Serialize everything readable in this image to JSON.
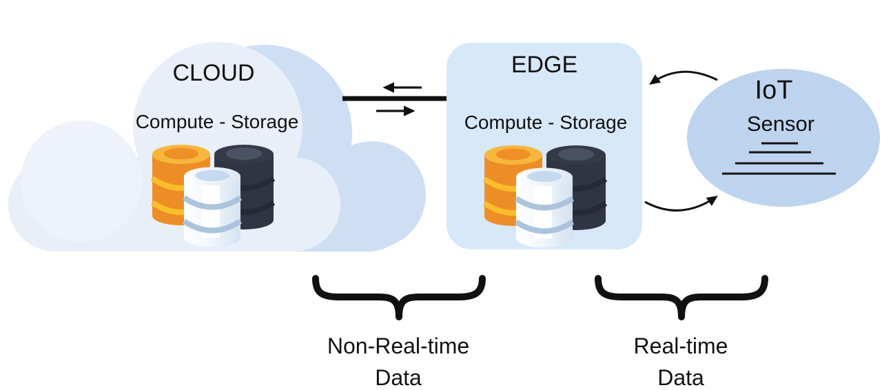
{
  "page": {
    "background": "#FFFFFF"
  },
  "diagram": {
    "cloud": {
      "title": "CLOUD",
      "subtitle": "Compute - Storage",
      "icon": "database-stack-icon"
    },
    "edge": {
      "title": "EDGE",
      "subtitle": "Compute - Storage",
      "icon": "database-stack-icon"
    },
    "iot": {
      "title": "IoT",
      "subtitle": "Sensor",
      "icon": "sensor-signal-lines-icon",
      "signal_line_count": 4
    },
    "connections": {
      "cloud_edge": {
        "type": "solid-line-with-two-arrows",
        "direction": "bidirectional"
      },
      "edge_iot": {
        "type": "curved-arrows",
        "direction": "bidirectional"
      }
    },
    "annotations": {
      "non_realtime": {
        "line1": "Non-Real-time",
        "line2": "Data"
      },
      "realtime": {
        "line1": "Real-time",
        "line2": "Data"
      }
    }
  },
  "colors": {
    "page_background": "#FFFFFF",
    "ink": "#111111",
    "cloud_front": "#E9EFF9",
    "cloud_bump": "#EEF3FB",
    "cloud_back": "#CEDFF3",
    "edge_box": "#D7E8F9",
    "iot_ellipse": "#BED3EE",
    "db_orange_body": "#ED8D26",
    "db_orange_band": "#F9BE2B",
    "db_orange_rim": "#F6B73C",
    "db_orange_inner": "#EF9027",
    "db_dark_body": "#2F3542",
    "db_dark_band": "#252A36",
    "db_dark_rim": "#343A48",
    "db_dark_inner": "#4A5162",
    "db_white_body": "#D9E4F1",
    "db_white_band": "#ACC3DC",
    "db_white_rim": "#F4F8FC",
    "db_white_inner": "#C5D9F0"
  }
}
